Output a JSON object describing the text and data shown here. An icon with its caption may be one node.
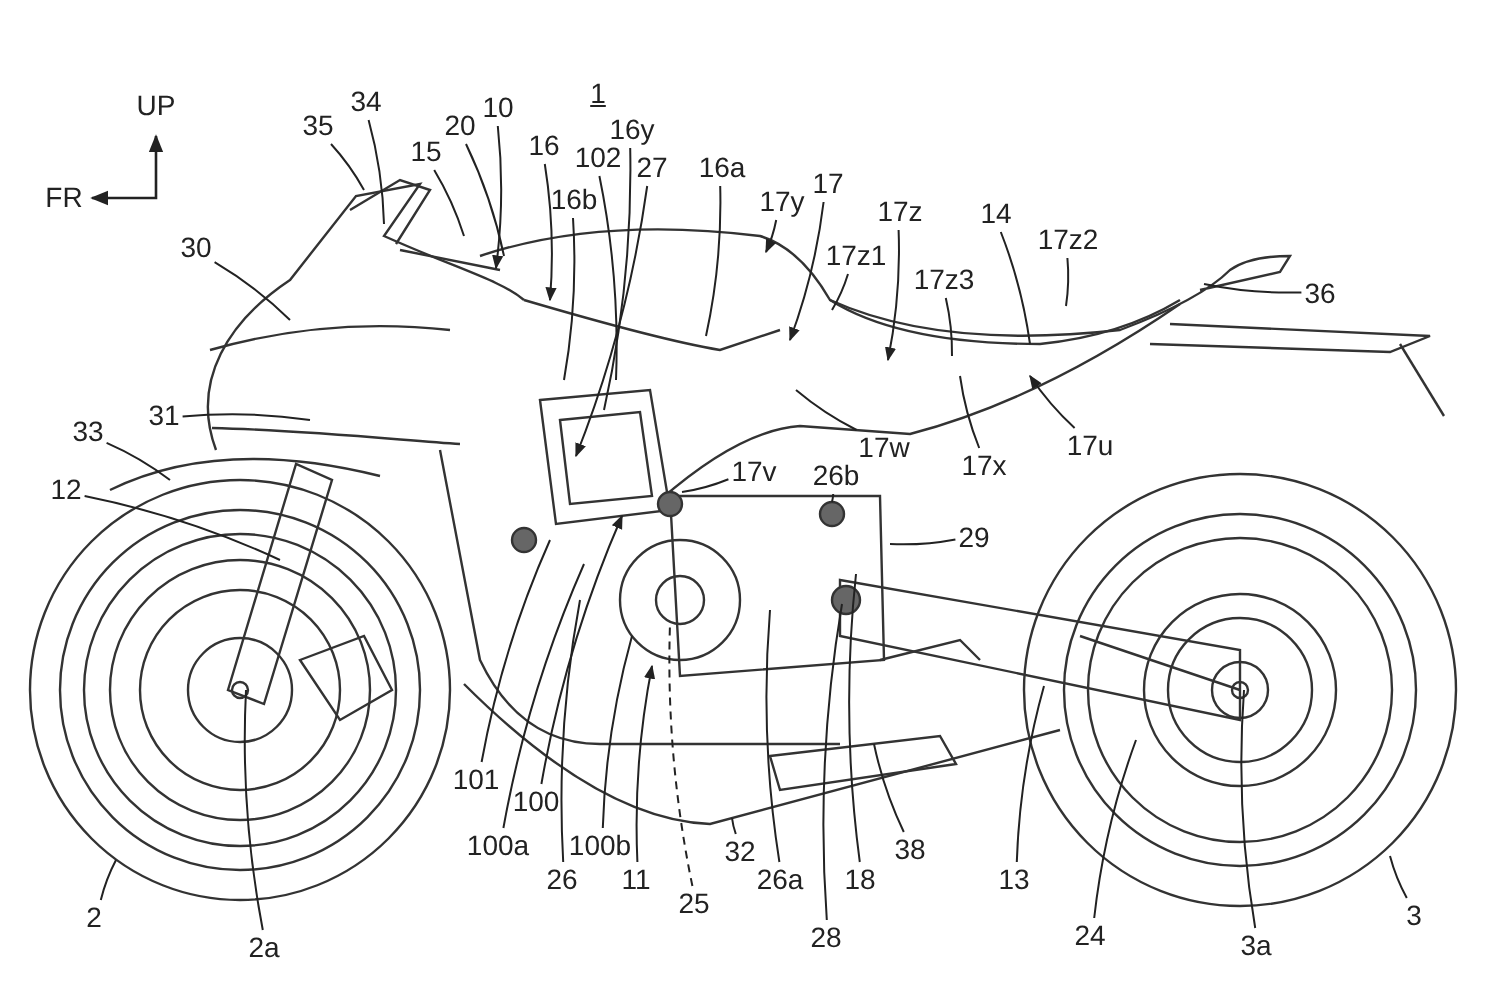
{
  "diagram": {
    "nodes": [
      {
        "text": [
          "34"
        ]
      },
      {
        "text": [
          "35"
        ]
      },
      {
        "text": [
          "15"
        ]
      },
      {
        "text": [
          "20"
        ]
      },
      {
        "text": [
          "10"
        ]
      },
      {
        "text": [
          "16"
        ]
      },
      {
        "text": [
          "102"
        ]
      },
      {
        "text": [
          "16y"
        ]
      },
      {
        "text": [
          "16b"
        ]
      },
      {
        "text": [
          "27"
        ]
      },
      {
        "text": [
          "16a"
        ]
      },
      {
        "text": [
          "17y"
        ]
      },
      {
        "text": [
          "17"
        ]
      },
      {
        "text": [
          "17z1"
        ]
      },
      {
        "text": [
          "17z"
        ]
      },
      {
        "text": [
          "14"
        ]
      },
      {
        "text": [
          "17z2"
        ]
      },
      {
        "text": [
          "17z3"
        ]
      },
      {
        "text": [
          "36"
        ]
      },
      {
        "text": [
          "30"
        ]
      },
      {
        "text": [
          "31"
        ]
      },
      {
        "text": [
          "33"
        ]
      },
      {
        "text": [
          "12"
        ]
      },
      {
        "text": [
          "17w"
        ]
      },
      {
        "text": [
          "17x"
        ]
      },
      {
        "text": [
          "17u"
        ]
      },
      {
        "text": [
          "17v"
        ]
      },
      {
        "text": [
          "26b"
        ]
      },
      {
        "text": [
          "29"
        ]
      },
      {
        "text": [
          "101"
        ]
      },
      {
        "text": [
          "100"
        ]
      },
      {
        "text": [
          "100a"
        ]
      },
      {
        "text": [
          "26"
        ]
      },
      {
        "text": [
          "100b"
        ]
      },
      {
        "text": [
          "11"
        ]
      },
      {
        "text": [
          "25"
        ]
      },
      {
        "text": [
          "32"
        ]
      },
      {
        "text": [
          "26a"
        ]
      },
      {
        "text": [
          "18"
        ]
      },
      {
        "text": [
          "28"
        ]
      },
      {
        "text": [
          "38"
        ]
      },
      {
        "text": [
          "13"
        ]
      },
      {
        "text": [
          "24"
        ]
      },
      {
        "text": [
          "3a"
        ]
      },
      {
        "text": [
          "3"
        ]
      },
      {
        "text": [
          "2"
        ]
      },
      {
        "text": [
          "2a"
        ]
      }
    ],
    "edges": [
      {
        "from": 0,
        "to": null,
        "arrow": "none"
      },
      {
        "from": 1,
        "to": null,
        "arrow": "none"
      },
      {
        "from": 2,
        "to": null,
        "arrow": "none"
      },
      {
        "from": 3,
        "to": null,
        "arrow": "none"
      },
      {
        "from": 4,
        "to": null,
        "arrow": "to"
      },
      {
        "from": 5,
        "to": null,
        "arrow": "to"
      },
      {
        "from": 6,
        "to": null,
        "arrow": "none"
      },
      {
        "from": 7,
        "to": null,
        "arrow": "none"
      },
      {
        "from": 8,
        "to": null,
        "arrow": "none"
      },
      {
        "from": 9,
        "to": null,
        "arrow": "to"
      },
      {
        "from": 10,
        "to": null,
        "arrow": "none"
      },
      {
        "from": 11,
        "to": null,
        "arrow": "to"
      },
      {
        "from": 12,
        "to": null,
        "arrow": "to"
      },
      {
        "from": 13,
        "to": null,
        "arrow": "none"
      },
      {
        "from": 14,
        "to": null,
        "arrow": "to"
      },
      {
        "from": 15,
        "to": null,
        "arrow": "none"
      },
      {
        "from": 16,
        "to": null,
        "arrow": "none"
      },
      {
        "from": 17,
        "to": null,
        "arrow": "none"
      },
      {
        "from": 18,
        "to": null,
        "arrow": "none"
      },
      {
        "from": 19,
        "to": null,
        "arrow": "none"
      },
      {
        "from": 20,
        "to": null,
        "arrow": "none"
      },
      {
        "from": 21,
        "to": null,
        "arrow": "none"
      },
      {
        "from": 22,
        "to": null,
        "arrow": "none"
      },
      {
        "from": 23,
        "to": null,
        "arrow": "none"
      },
      {
        "from": 24,
        "to": null,
        "arrow": "none"
      },
      {
        "from": 25,
        "to": null,
        "arrow": "to"
      },
      {
        "from": 26,
        "to": null,
        "arrow": "none"
      },
      {
        "from": 27,
        "to": null,
        "arrow": "none"
      },
      {
        "from": 28,
        "to": null,
        "arrow": "none"
      },
      {
        "from": 29,
        "to": null,
        "arrow": "none"
      },
      {
        "from": 30,
        "to": null,
        "arrow": "to"
      },
      {
        "from": 31,
        "to": null,
        "arrow": "none"
      },
      {
        "from": 32,
        "to": null,
        "arrow": "none"
      },
      {
        "from": 33,
        "to": null,
        "arrow": "none"
      },
      {
        "from": 34,
        "to": null,
        "arrow": "to"
      },
      {
        "from": 35,
        "to": null,
        "arrow": "none",
        "style": "dashed"
      },
      {
        "from": 36,
        "to": null,
        "arrow": "none"
      },
      {
        "from": 37,
        "to": null,
        "arrow": "none"
      },
      {
        "from": 38,
        "to": null,
        "arrow": "none"
      },
      {
        "from": 39,
        "to": null,
        "arrow": "none"
      },
      {
        "from": 40,
        "to": null,
        "arrow": "none"
      },
      {
        "from": 41,
        "to": null,
        "arrow": "none"
      },
      {
        "from": 42,
        "to": null,
        "arrow": "none"
      },
      {
        "from": 43,
        "to": null,
        "arrow": "none"
      },
      {
        "from": 44,
        "to": null,
        "arrow": "none"
      },
      {
        "from": 45,
        "to": null,
        "arrow": "none"
      },
      {
        "from": 46,
        "to": null,
        "arrow": "none"
      }
    ],
    "labels": [
      "1",
      "UP",
      "FR"
    ]
  }
}
